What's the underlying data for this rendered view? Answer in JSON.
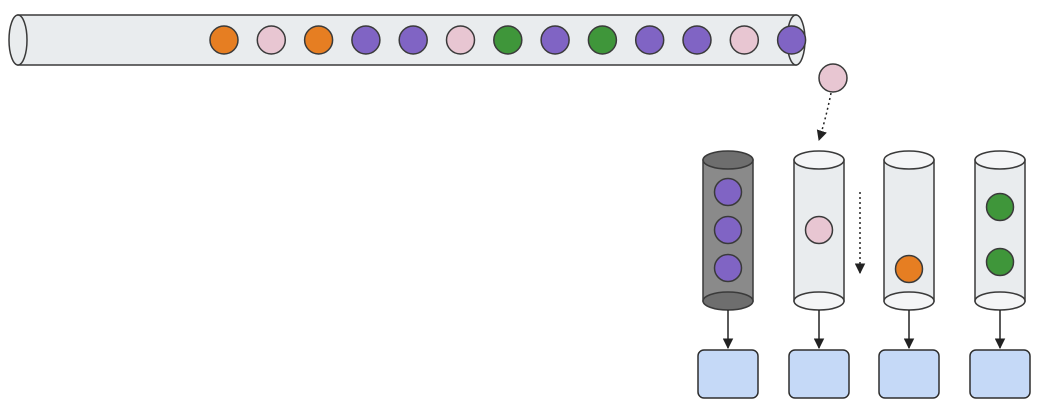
{
  "colors": {
    "orange": "#E67E22",
    "pink": "#E8C6D2",
    "purple": "#8064C4",
    "green": "#3F963A",
    "tube_fill": "#E9ECEE",
    "tube_stroke": "#3A3A3A",
    "active_tube_fill": "#8A8A8A",
    "active_tube_cap": "#6E6E6E",
    "output_box_fill": "#C5D9F7",
    "output_box_stroke": "#2E2E2E",
    "arrow": "#222222"
  },
  "conveyor": {
    "balls": [
      "orange",
      "pink",
      "orange",
      "purple",
      "purple",
      "pink",
      "green",
      "purple",
      "green",
      "purple",
      "purple",
      "pink",
      "purple"
    ]
  },
  "falling_ball": {
    "color": "pink"
  },
  "bins": [
    {
      "active": true,
      "balls": [
        "purple",
        "purple",
        "purple"
      ]
    },
    {
      "active": false,
      "balls": [
        "pink"
      ]
    },
    {
      "active": false,
      "balls": [
        "orange"
      ]
    },
    {
      "active": false,
      "balls": [
        "green",
        "green"
      ]
    }
  ]
}
